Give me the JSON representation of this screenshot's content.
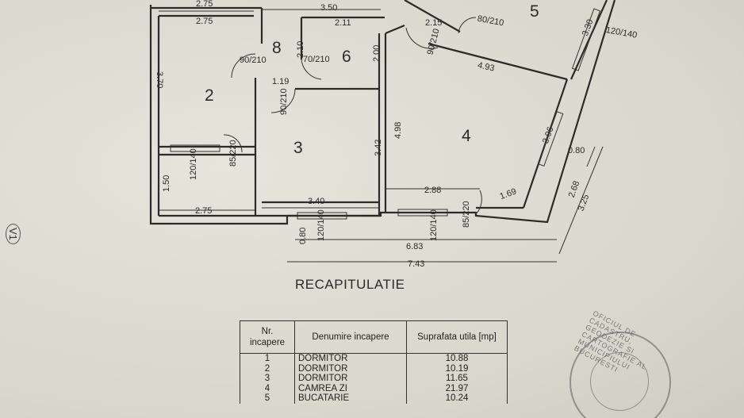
{
  "plan": {
    "rooms": [
      {
        "id": "2",
        "label": "2"
      },
      {
        "id": "3",
        "label": "3"
      },
      {
        "id": "4",
        "label": "4"
      },
      {
        "id": "5",
        "label": "5"
      },
      {
        "id": "6",
        "label": "6"
      },
      {
        "id": "8",
        "label": "8"
      }
    ],
    "dimensions": [
      "2.75",
      "2.75",
      "3.50",
      "2.15",
      "2.11",
      "2.10",
      "3.70",
      "1.19",
      "2.00",
      "4.98",
      "4.93",
      "3.42",
      "3.30",
      "3.06",
      "1.50",
      "2.75",
      "3.40",
      "2.88",
      "1.69",
      "0.80",
      "2.68",
      "3.25",
      "6.83",
      "7.43",
      "0.80"
    ],
    "openings": [
      "90/210",
      "70/210",
      "90/210",
      "80/210",
      "90/210",
      "85/220",
      "85/220",
      "120/140",
      "120/140",
      "120/140",
      "120/140"
    ]
  },
  "side_code": "V1",
  "recap": {
    "title": "RECAPITULATIE",
    "headers": {
      "nr": "Nr. incapere",
      "name": "Denumire incapere",
      "area": "Suprafata utila [mp]"
    },
    "rows": [
      {
        "nr": "1",
        "name": "DORMITOR",
        "area": "10.88"
      },
      {
        "nr": "2",
        "name": "DORMITOR",
        "area": "10.19"
      },
      {
        "nr": "3",
        "name": "DORMITOR",
        "area": "11.65"
      },
      {
        "nr": "4",
        "name": "CAMREA ZI",
        "area": "21.97"
      },
      {
        "nr": "5",
        "name": "BUCATARIE",
        "area": "10.24"
      }
    ]
  },
  "stamp": {
    "text": "OFICIUL DE CADASTRU, GEODEZIE SI CARTOGRAFIE AL MUNICIPIULUI BUCURESTI"
  }
}
